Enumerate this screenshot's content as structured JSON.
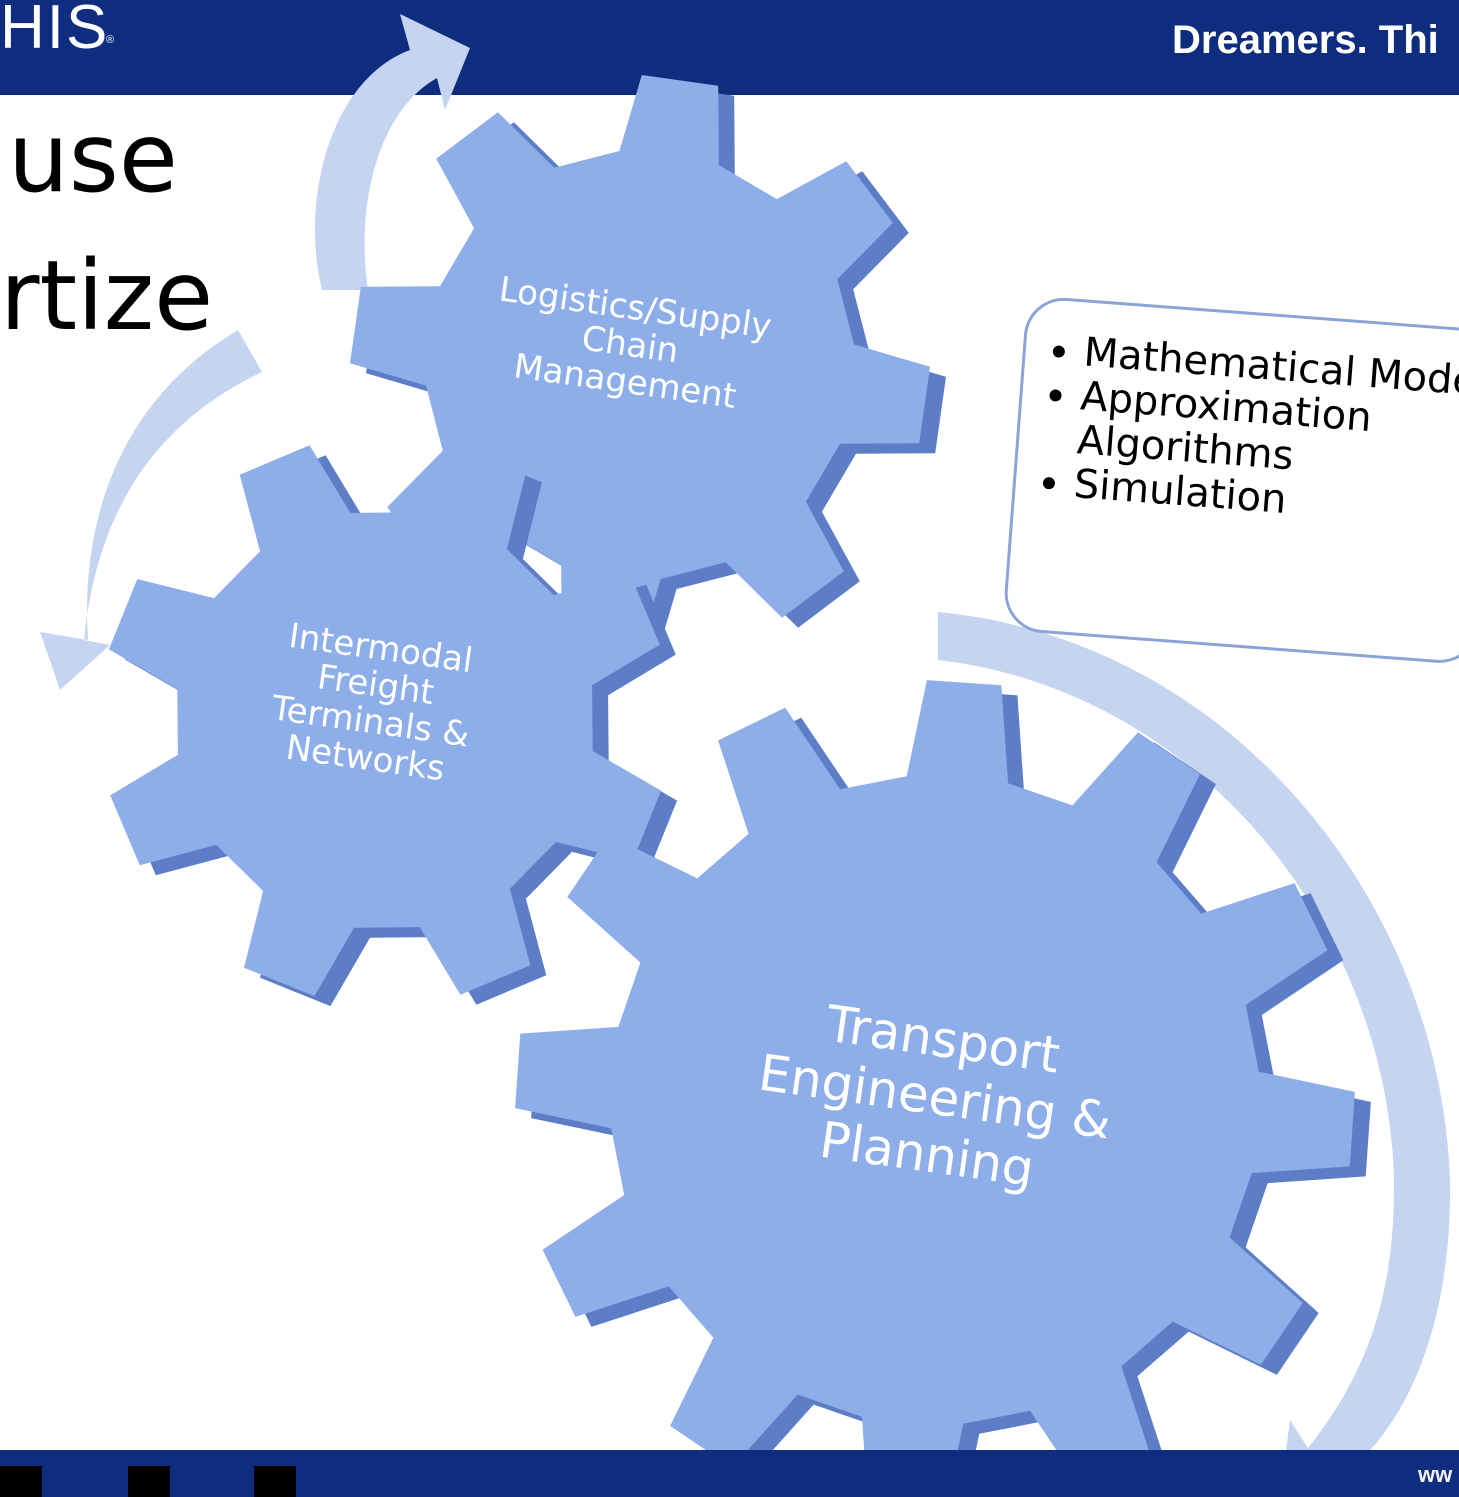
{
  "header": {
    "brand": "HIS",
    "brand_mark": "®",
    "tagline": "Dreamers. Thi"
  },
  "heading": {
    "line1": "use",
    "line2": "rtize"
  },
  "gears": {
    "logistics": [
      "Logistics/Supply",
      "Chain",
      "Management"
    ],
    "intermodal": [
      "Intermodal",
      "Freight",
      "Terminals &",
      "Networks"
    ],
    "transport": [
      "Transport",
      "Engineering &",
      "Planning"
    ]
  },
  "callout": {
    "items": [
      "Mathematical Model",
      "Approximation",
      "Algorithms",
      "Simulation"
    ]
  },
  "footer": {
    "url": "ww"
  },
  "colors": {
    "bar": "#0f2d7e",
    "gear_face": "#8eaee9",
    "gear_side": "#5d7ec6",
    "arrow": "#c5d4f1",
    "callout_border": "#8ba4d8"
  }
}
